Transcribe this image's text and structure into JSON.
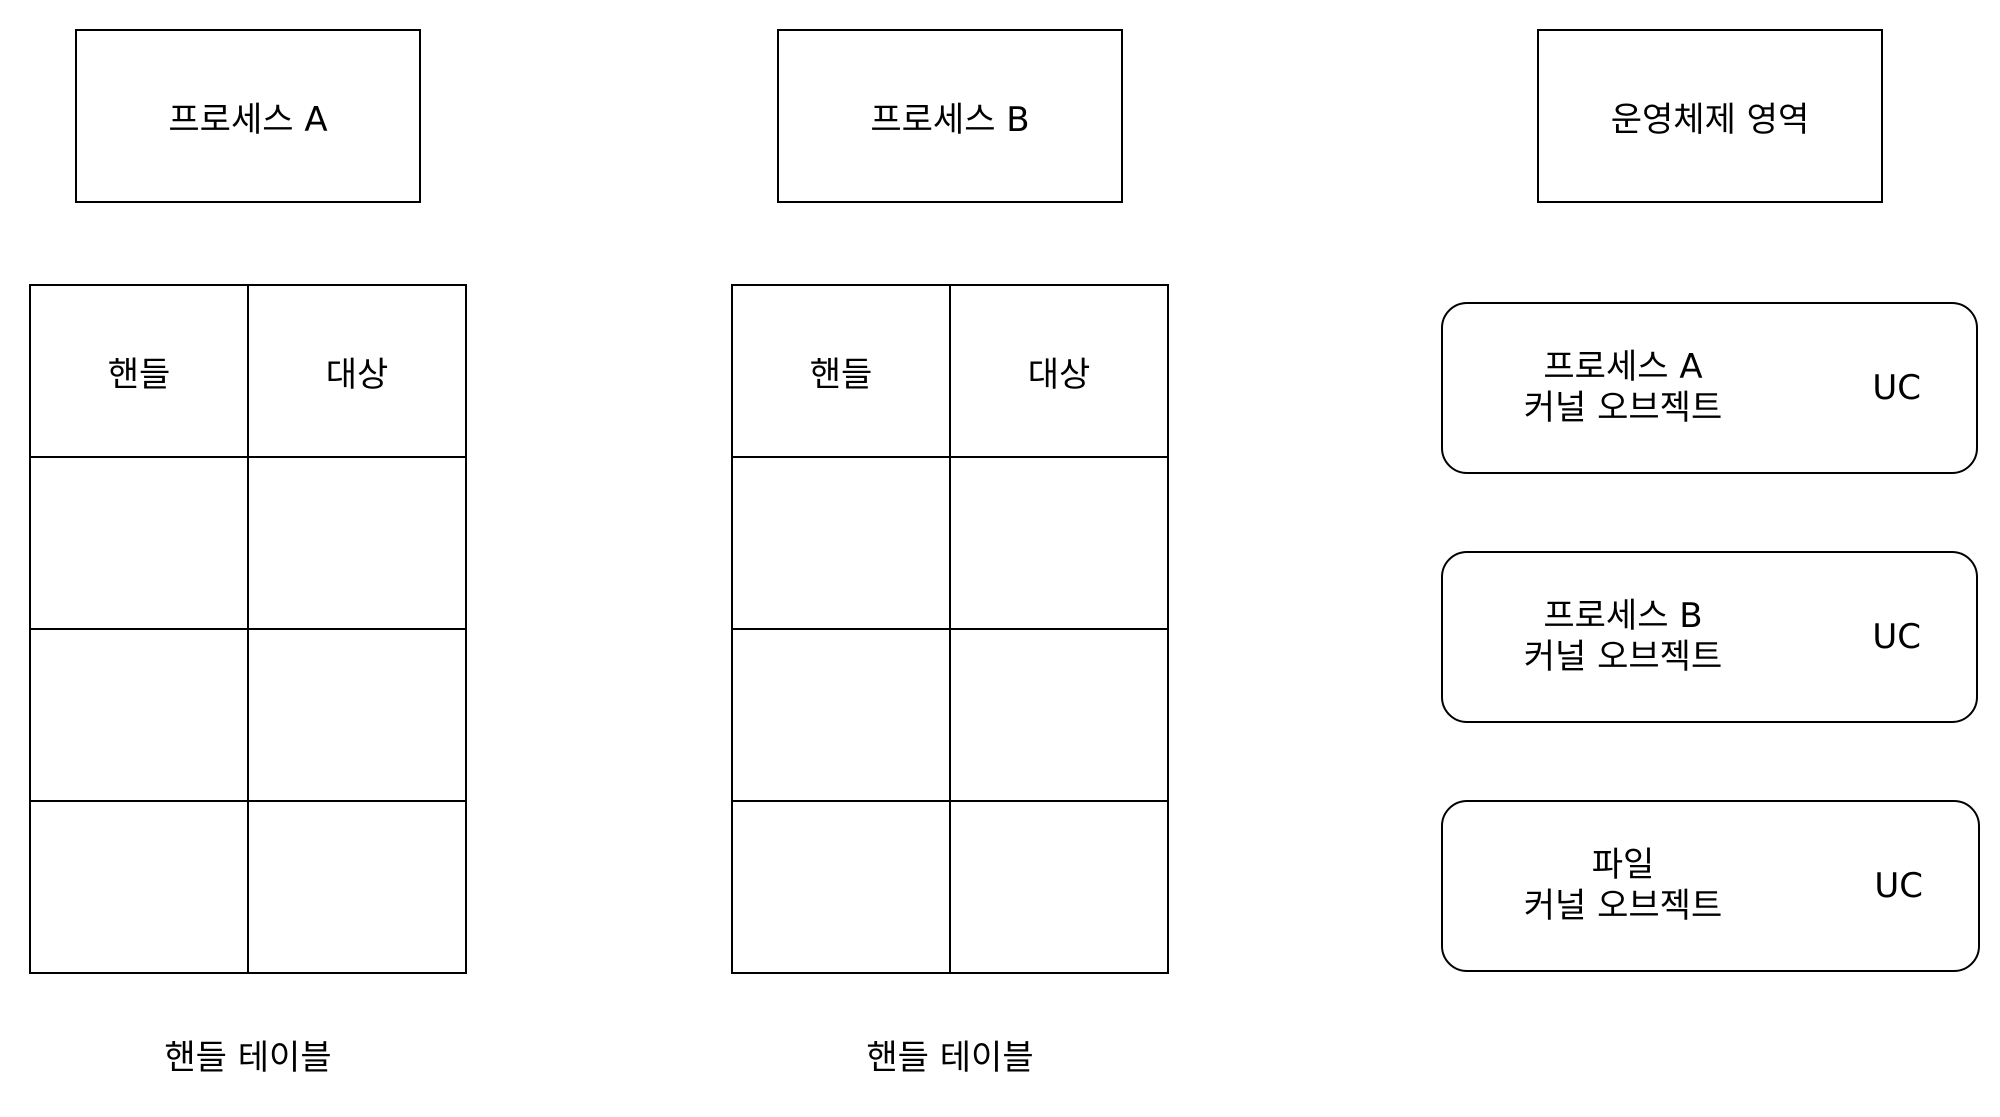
{
  "headers": {
    "process_a": "프로세스 A",
    "process_b": "프로세스 B",
    "os_area": "운영체제 영역"
  },
  "table_a": {
    "col_handle": "핸들",
    "col_target": "대상",
    "rows": [
      [
        "",
        ""
      ],
      [
        "",
        ""
      ],
      [
        "",
        ""
      ]
    ],
    "caption": "핸들 테이블"
  },
  "table_b": {
    "col_handle": "핸들",
    "col_target": "대상",
    "rows": [
      [
        "",
        ""
      ],
      [
        "",
        ""
      ],
      [
        "",
        ""
      ]
    ],
    "caption": "핸들 테이블"
  },
  "kernel_objects": [
    {
      "line1": "프로세스 A",
      "line2": "커널 오브젝트",
      "uc": "UC"
    },
    {
      "line1": "프로세스 B",
      "line2": "커널 오브젝트",
      "uc": "UC"
    },
    {
      "line1": "파일",
      "line2": "커널 오브젝트",
      "uc": "UC"
    }
  ]
}
